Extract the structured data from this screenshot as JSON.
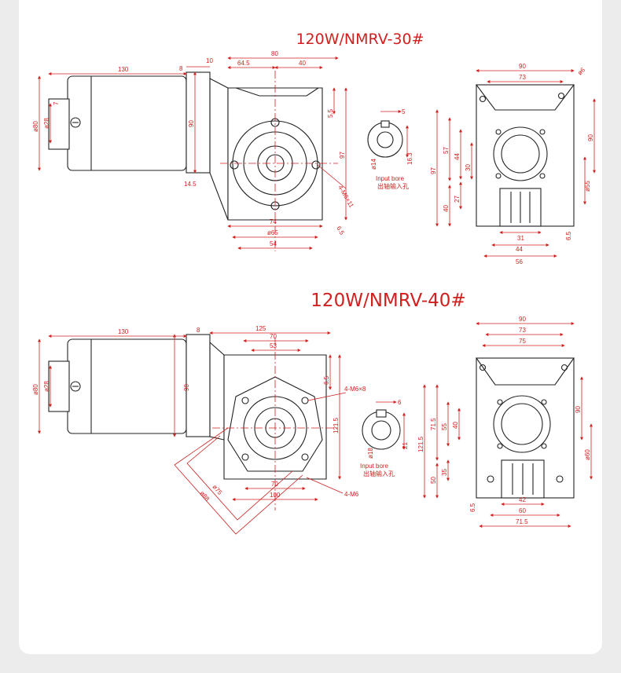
{
  "colors": {
    "background": "#ececec",
    "card": "#ffffff",
    "dimension": "#d02020",
    "line": "#222222"
  },
  "top": {
    "title": "120W/NMRV-30#",
    "side": {
      "motor_len": "130",
      "flange": "8",
      "gap": "10",
      "half": "64.5",
      "total": "80",
      "right": "40",
      "d1": "ø80",
      "d2": "ø28",
      "h1": "7",
      "h2": "90",
      "h3": "5.5",
      "h4": "97",
      "h5": "14.5",
      "b1": "74",
      "b2": "ø65",
      "b3": "54",
      "screw": "4-M6×11",
      "angle": "6.5"
    },
    "bore": {
      "key": "5",
      "dia": "ø14",
      "depth": "16.3",
      "label_en": "Input bore",
      "label_cn": "出轴输入孔"
    },
    "end": {
      "w1": "90",
      "w2": "73",
      "hole": "ø6",
      "h1": "97",
      "h2": "57",
      "h3": "44",
      "h4": "30",
      "h5": "27",
      "h6": "40",
      "h7": "90",
      "d1": "ø55",
      "b1": "31",
      "b2": "44",
      "b3": "56",
      "b4": "6.5"
    }
  },
  "bottom": {
    "title": "120W/NMRV-40#",
    "side": {
      "motor_len": "130",
      "flange": "8",
      "total": "125",
      "w1": "70",
      "w2": "53",
      "d1": "ø80",
      "d2": "ø28",
      "h1": "90",
      "h2": "6.5",
      "h3": "121.5",
      "screw_top": "4-M6×8",
      "screw_bottom": "4-M6",
      "b1": "70",
      "b2": "100",
      "c1": "ø75",
      "c2": "ø88"
    },
    "bore": {
      "key": "6",
      "dia": "ø18",
      "depth": "21",
      "label_en": "Input bore",
      "label_cn": "出轴输入孔"
    },
    "end": {
      "w1": "90",
      "w2": "73",
      "w3": "75",
      "h1": "121.5",
      "h2": "71.5",
      "h3": "55",
      "h4": "40",
      "h5": "35",
      "h6": "50",
      "h7": "90",
      "d1": "ø60",
      "b1": "42",
      "b2": "60",
      "b3": "71.5",
      "b4": "6.5"
    }
  }
}
